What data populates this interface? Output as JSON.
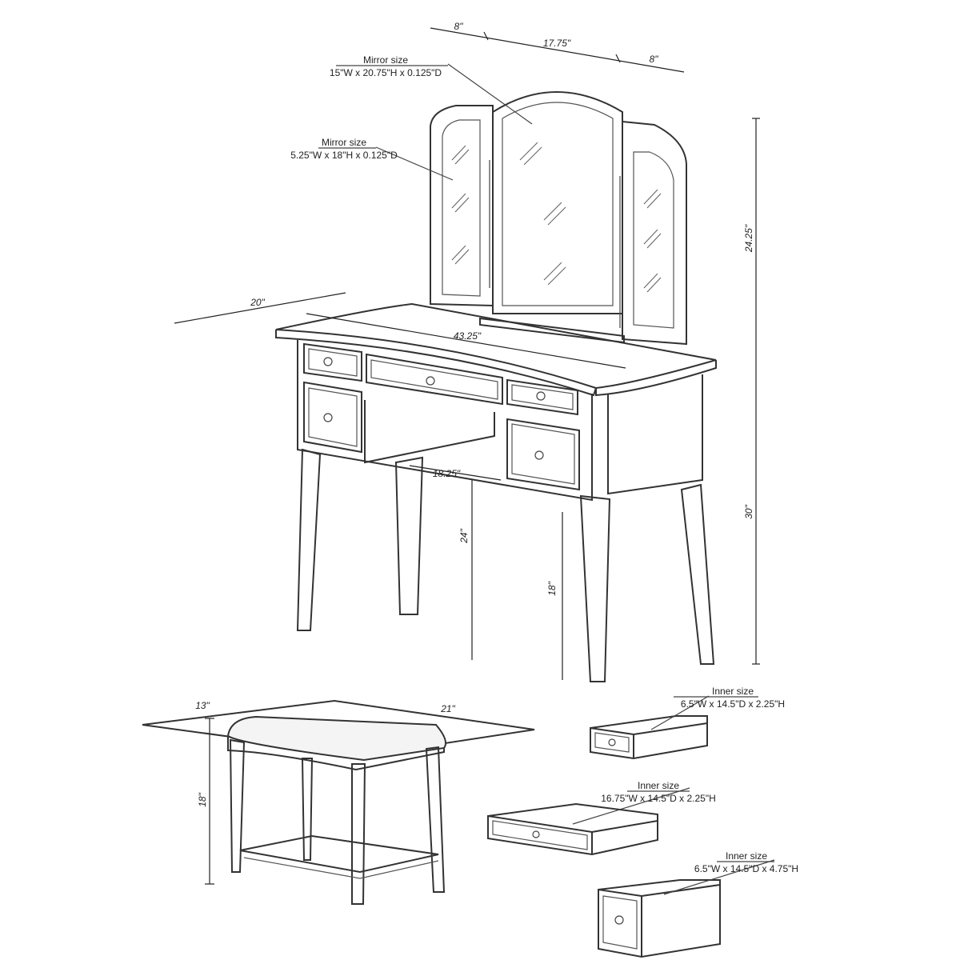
{
  "mirror_labels": {
    "center_mirror": {
      "title": "Mirror size",
      "size": "15\"W x 20.75\"H x 0.125\"D"
    },
    "side_mirror": {
      "title": "Mirror size",
      "size": "5.25\"W x 18\"H x 0.125\"D"
    }
  },
  "dimensions": {
    "mirror_left_width": "8\"",
    "mirror_center_width": "17.75\"",
    "mirror_right_width": "8\"",
    "mirror_height": "24.25\"",
    "table_depth": "20\"",
    "table_width": "43.25\"",
    "knee_width": "18.25\"",
    "knee_height": "24\"",
    "legroom_height": "18\"",
    "table_height": "30\"",
    "stool_depth": "13\"",
    "stool_width": "21\"",
    "stool_height": "18\""
  },
  "drawers": [
    {
      "title": "Inner size",
      "size": "6.5\"W x 14.5\"D x 2.25\"H"
    },
    {
      "title": "Inner size",
      "size": "16.75\"W x 14.5\"D x 2.25\"H"
    },
    {
      "title": "Inner size",
      "size": "6.5\"W x 14.5\"D x 4.75\"H"
    }
  ]
}
